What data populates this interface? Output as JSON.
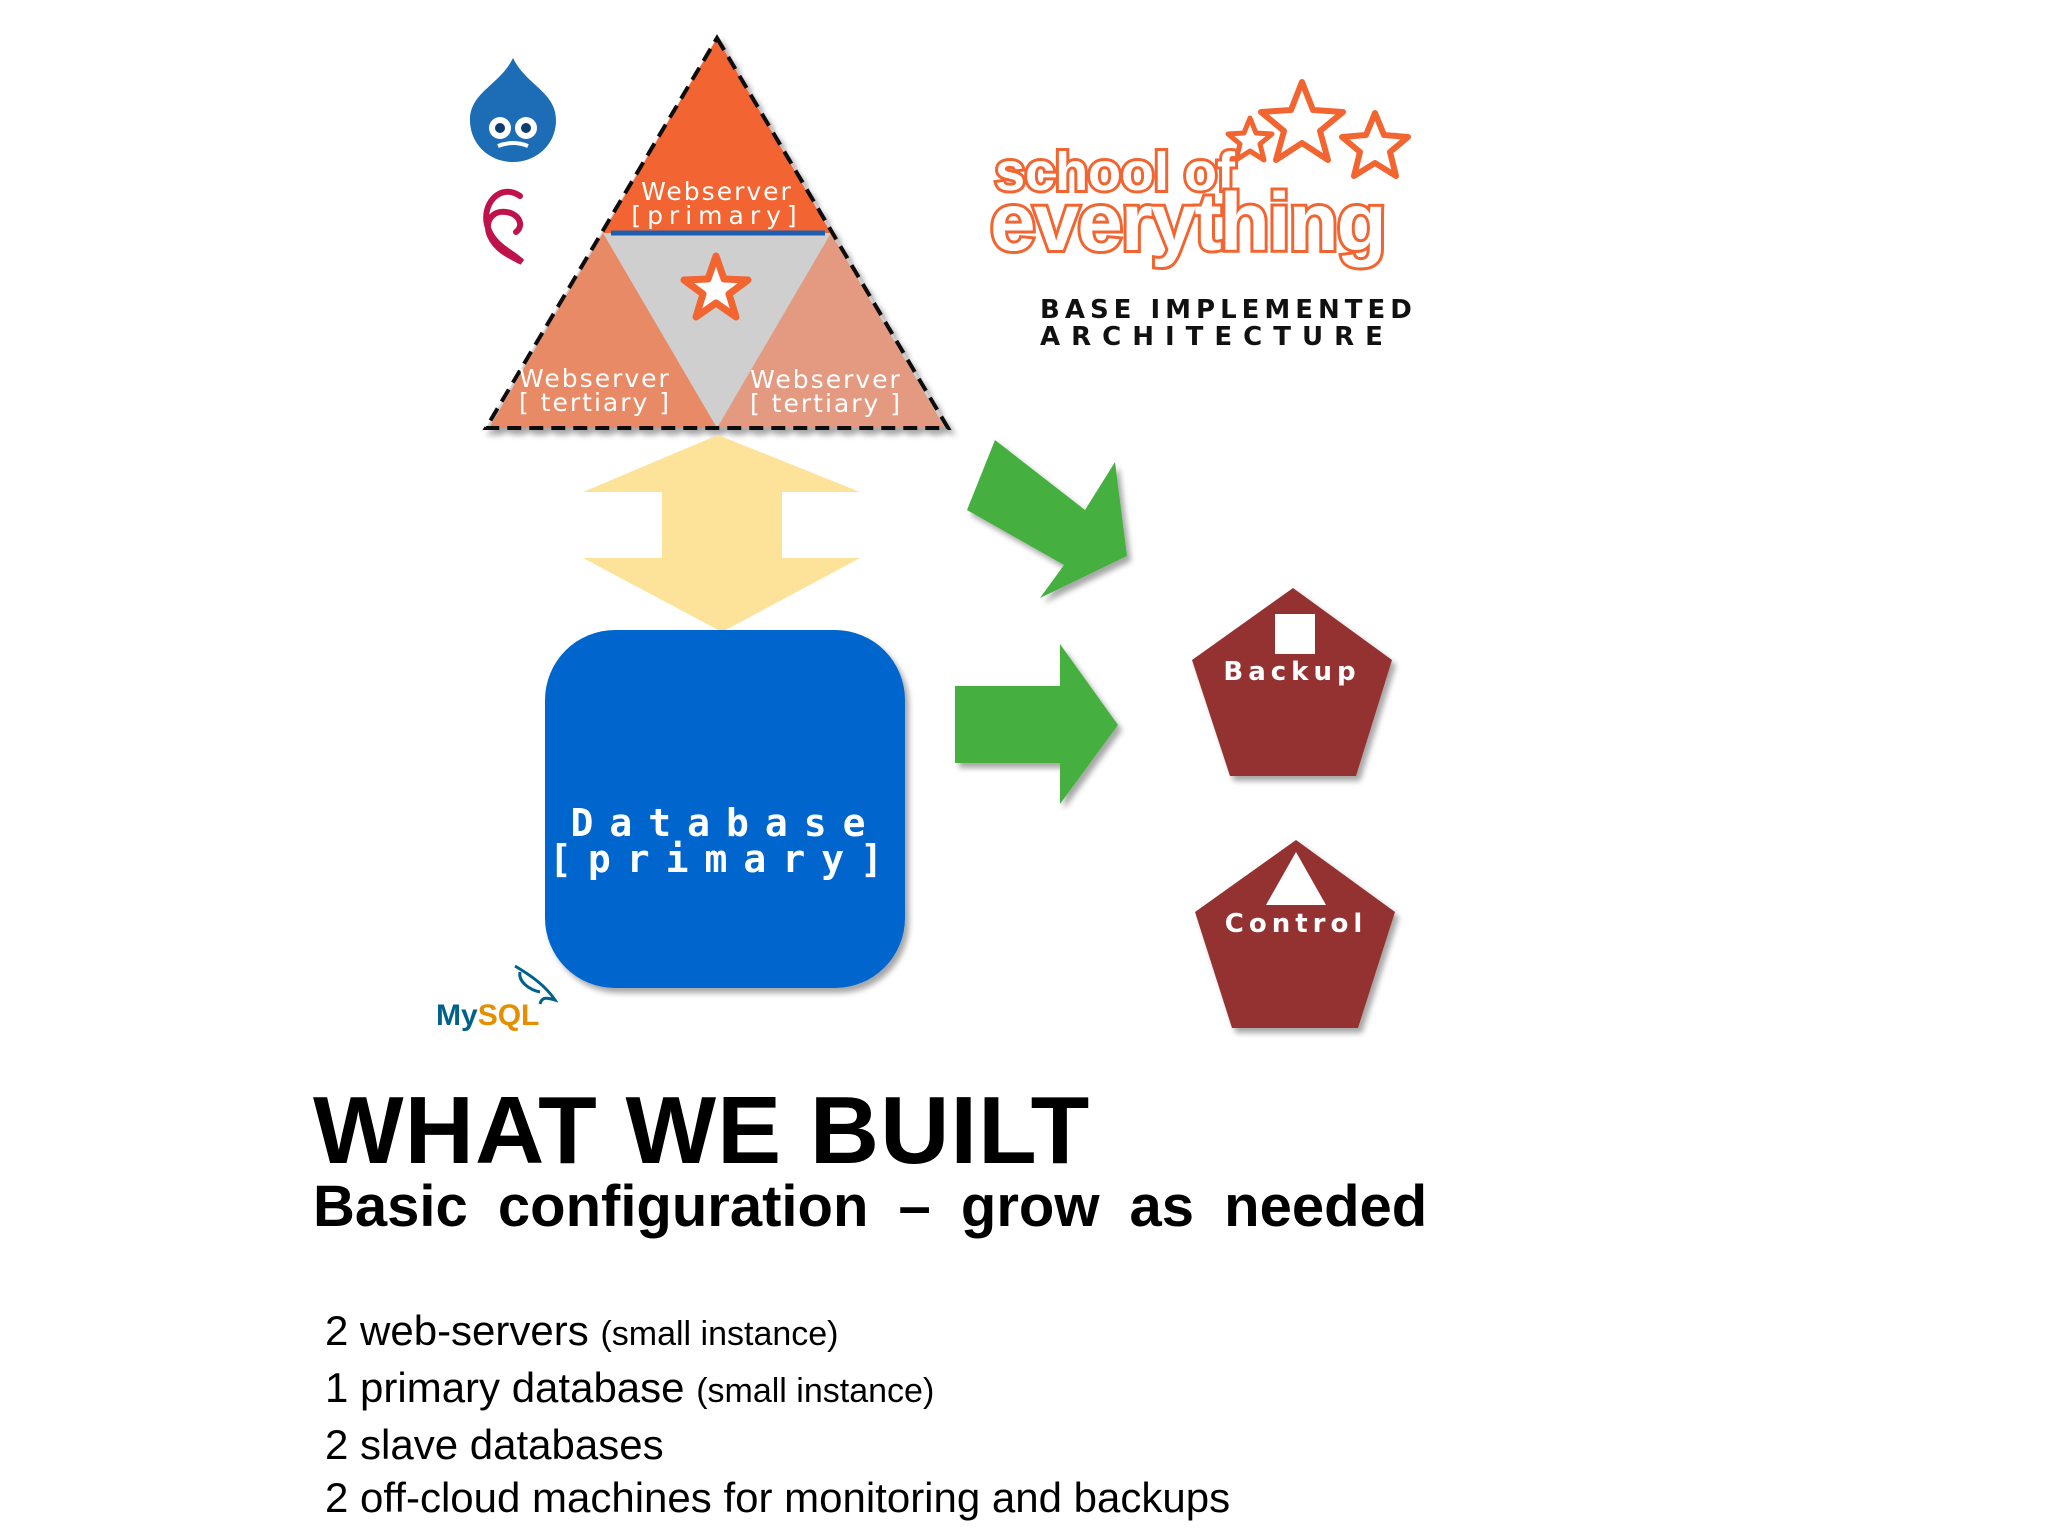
{
  "diagram": {
    "webservers": [
      {
        "name": "Webserver",
        "role": "[primary]"
      },
      {
        "name": "Webserver",
        "role": "[ tertiary ]"
      },
      {
        "name": "Webserver",
        "role": "[ tertiary ]"
      }
    ],
    "database": {
      "name": "Database",
      "role": "[primary]"
    },
    "off_cloud": [
      {
        "label": "Backup"
      },
      {
        "label": "Control"
      }
    ],
    "logos": {
      "school_line1": "school of",
      "school_line2": "everything",
      "mysql_left": "My",
      "mysql_right": "SQL"
    },
    "logo_caption_line1": "BASE IMPLEMENTED",
    "logo_caption_line2": "ARCHITECTURE",
    "colors": {
      "orange": "#f26531",
      "salmon": "#e98a66",
      "blue": "#0565cc",
      "green": "#45b040",
      "maroon": "#943333",
      "yellow": "#fde29a"
    },
    "icons": [
      "drupal-icon",
      "debian-icon",
      "star-icon",
      "mysql-logo"
    ]
  },
  "slide": {
    "title": "WHAT WE BUILT",
    "subtitle": "Basic configuration – grow as needed",
    "bullets": [
      {
        "text": "2 web-servers",
        "note": "(small instance)"
      },
      {
        "text": "1 primary database",
        "note": "(small instance)"
      },
      {
        "text": "2 slave databases",
        "note": ""
      },
      {
        "text": "2 off-cloud machines for monitoring and backups",
        "note": ""
      }
    ]
  }
}
